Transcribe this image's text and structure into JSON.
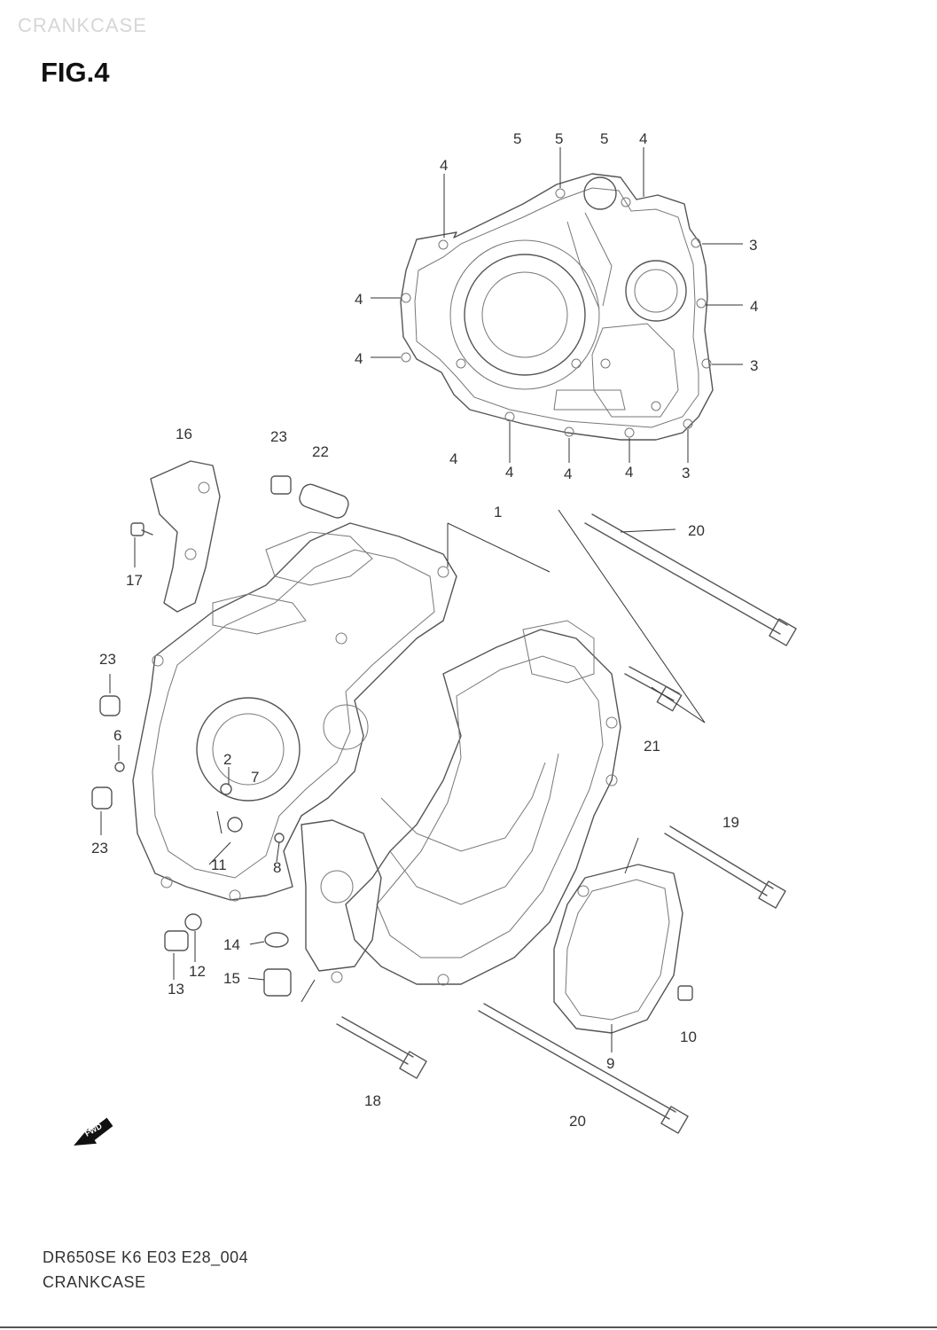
{
  "page": {
    "top_caption": "CRANKCASE",
    "fig_title": "FIG.4",
    "footer_code": "DR650SE K6 E03 E28_004",
    "footer_name": "CRANKCASE"
  },
  "fwd_badge": "FWD",
  "callouts": {
    "c5a": "5",
    "c5b": "5",
    "c5c": "5",
    "c4top": "4",
    "c4tl": "4",
    "c3a": "3",
    "c4l1": "4",
    "c4r": "4",
    "c4l2": "4",
    "c3b": "3",
    "c16": "16",
    "c23a": "23",
    "c22": "22",
    "c4m": "4",
    "c4b1": "4",
    "c4b2": "4",
    "c4b3": "4",
    "c3c": "3",
    "c1": "1",
    "c20a": "20",
    "c17": "17",
    "c23b": "23",
    "c6": "6",
    "c2": "2",
    "c7": "7",
    "c21": "21",
    "c19": "19",
    "c23c": "23",
    "c11": "11",
    "c8": "8",
    "c14": "14",
    "c12": "12",
    "c15": "15",
    "c13": "13",
    "c10": "10",
    "c9": "9",
    "c18": "18",
    "c20b": "20"
  }
}
